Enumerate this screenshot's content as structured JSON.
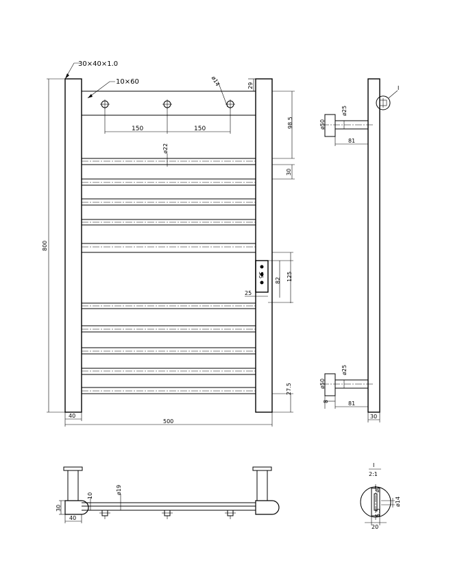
{
  "labels": {
    "profile": "30×40×1.0",
    "plate": "10×60",
    "hole_dia": "ø14",
    "top_offset": "29",
    "hole_spacing_left": "150",
    "hole_spacing_right": "150",
    "rail_dia": "ø22",
    "top_rail_gap": "98.5",
    "rail_pitch": "30",
    "height": "800",
    "valve_offset_a": "82",
    "valve_offset_b": "125",
    "valve_edge": "25",
    "valve_text": "55",
    "bottom_rail": "27.5",
    "post_width": "40",
    "overall_width": "500",
    "side_bracket_dia_top": "ø50",
    "side_pin_dia_top": "ø25",
    "side_depth_top": "81",
    "side_bracket_dia_bottom": "ø50",
    "side_pin_dia_bottom": "ø25",
    "side_depth_bottom": "81",
    "side_small": "8",
    "side_post": "30",
    "detail_marker": "I",
    "plan_post_depth": "30",
    "plan_post_width": "40",
    "plan_rail_offset": "10",
    "plan_rail_dia": "ø19",
    "detail_title": "I",
    "detail_scale": "2:1",
    "detail_pin_dia": "ø7",
    "detail_hole_dia": "ø14",
    "detail_gap": "5.5",
    "detail_width": "20"
  }
}
